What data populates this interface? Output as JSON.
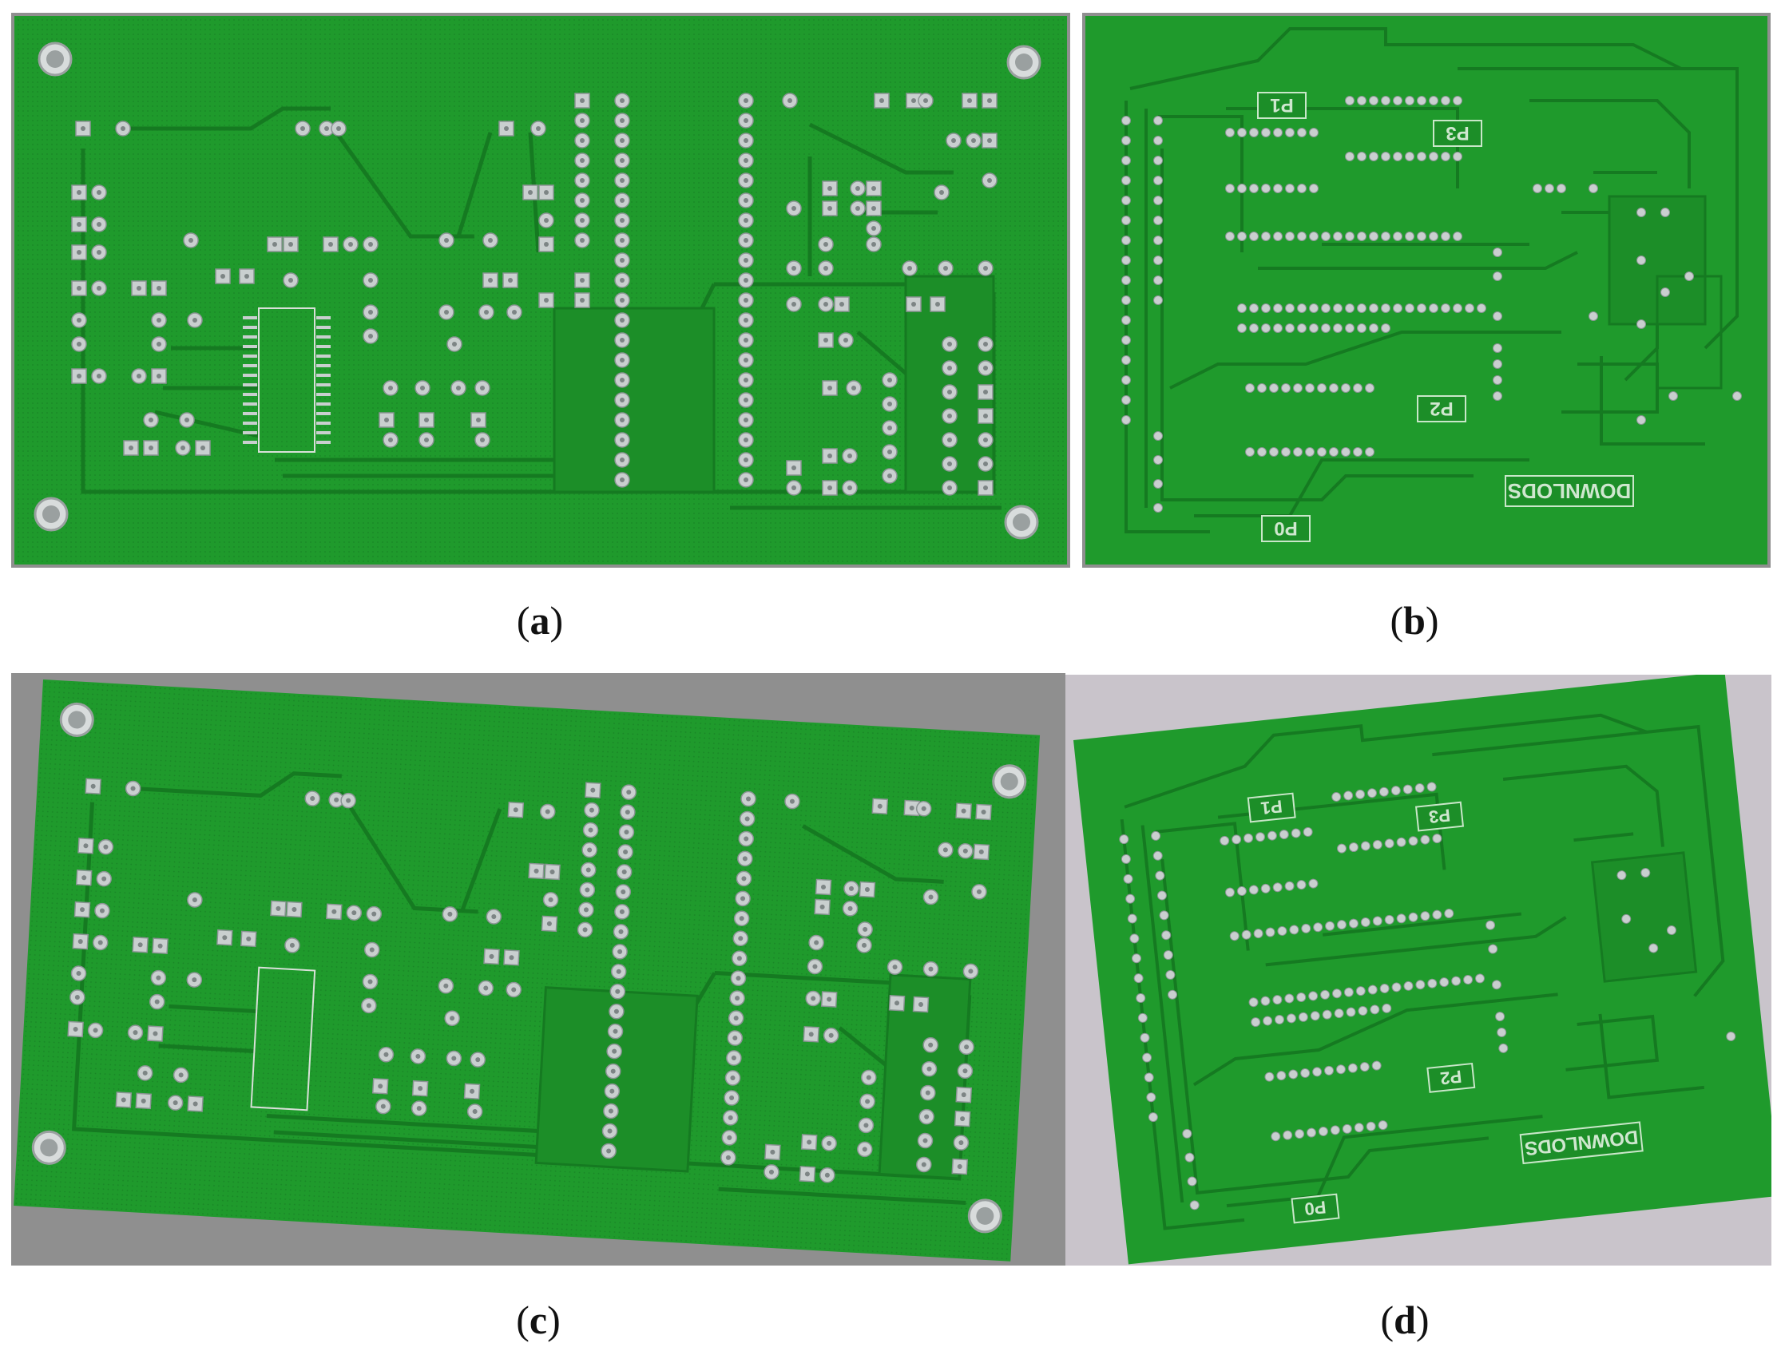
{
  "figure": {
    "panels": [
      {
        "id": "a",
        "caption_letter": "a",
        "board": "through-hole PCB, bottom side, aligned"
      },
      {
        "id": "b",
        "caption_letter": "b",
        "board": "PCB with port labels, aligned"
      },
      {
        "id": "c",
        "caption_letter": "c",
        "board": "through-hole PCB, bottom side, rotated"
      },
      {
        "id": "d",
        "caption_letter": "d",
        "board": "PCB with port labels, rotated"
      }
    ],
    "silkscreen": {
      "p0": "P0",
      "p1": "P1",
      "p2": "P2",
      "p3": "P3",
      "downloads": "DOWNLODS"
    },
    "colors": {
      "board_green": "#1f9a2c",
      "trace_green": "#1a8a26",
      "trace_edge": "#126b1c",
      "pad_silver": "#c9cfcf",
      "background_gray": "#8f8f8f",
      "chip_outline": "#d8e0d8"
    }
  }
}
